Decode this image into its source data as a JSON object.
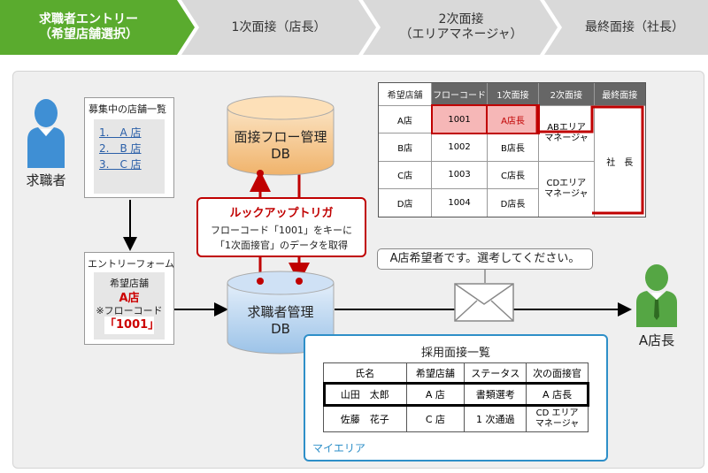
{
  "steps": [
    {
      "label": "求職者エントリー\n（希望店舗選択）",
      "active": true
    },
    {
      "label": "1次面接（店長）",
      "active": false
    },
    {
      "label": "2次面接\n（エリアマネージャ）",
      "active": false
    },
    {
      "label": "最終面接（社長）",
      "active": false
    }
  ],
  "applicant_label": "求職者",
  "store_list": {
    "title": "募集中の店舗一覧",
    "items": [
      "1.　A 店",
      "2.　B 店",
      "3.　C 店"
    ]
  },
  "entry_form": {
    "title": "エントリーフォーム",
    "store_label": "希望店舗",
    "store_value": "A店",
    "flow_code_label": "※フローコード",
    "flow_code_value": "「1001」"
  },
  "flow_db": {
    "label": "面接フロー管理\nDB"
  },
  "applicant_db": {
    "label": "求職者管理\nDB"
  },
  "lookup": {
    "title": "ルックアップトリガ",
    "line1": "フローコード「1001」をキーに",
    "line2": "「1次面接官」のデータを取得"
  },
  "flow_table": {
    "headers": [
      "希望店舗",
      "フローコード",
      "1次面接",
      "2次面接",
      "最終面接"
    ],
    "rows": [
      {
        "store": "A店",
        "code": "1001",
        "first": "A店長"
      },
      {
        "store": "B店",
        "code": "1002",
        "first": "B店長"
      },
      {
        "store": "C店",
        "code": "1003",
        "first": "C店長"
      },
      {
        "store": "D店",
        "code": "1004",
        "first": "D店長"
      }
    ],
    "second_ab": "ABエリア\nマネージャ",
    "second_cd": "CDエリア\nマネージャ",
    "final": "社　長"
  },
  "message": "A店希望者です。選考してください。",
  "manager_label": "A店長",
  "interview_list": {
    "title": "採用面接一覧",
    "headers": [
      "氏名",
      "希望店舗",
      "ステータス",
      "次の面接官"
    ],
    "rows": [
      {
        "name": "山田　太郎",
        "store": "A 店",
        "status": "書類選考",
        "next": "A 店長"
      },
      {
        "name": "佐藤　花子",
        "store": "C 店",
        "status": "1 次通過",
        "next": "CD エリア\nマネージャ"
      }
    ]
  },
  "my_area_label": "マイエリア",
  "colors": {
    "active_step": "#5aab2e",
    "inactive_step": "#d9d9d9",
    "accent_red": "#c00000",
    "table_header": "#666666",
    "highlight_cell": "#f6b7b7",
    "my_area_border": "#2e8fc8",
    "applicant_blue": "#3f8fd4",
    "manager_green": "#55a644"
  }
}
